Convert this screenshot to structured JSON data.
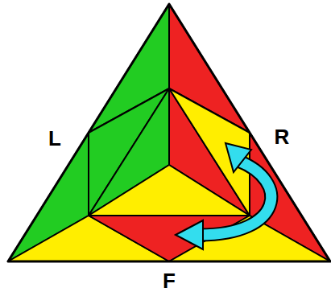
{
  "diagram": {
    "labels": [
      "L",
      "R",
      "F"
    ]
  }
}
